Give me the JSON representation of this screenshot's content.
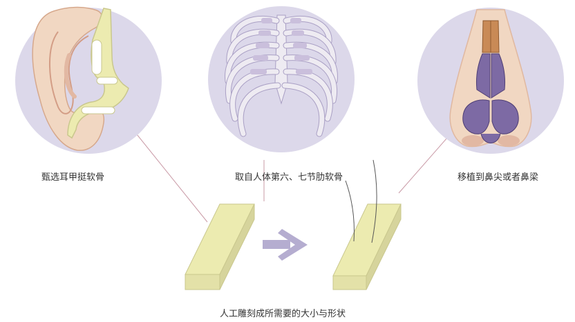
{
  "labels": {
    "ear": "甄选耳甲挺软骨",
    "rib": "取自人体第六、七节肋软骨",
    "nose": "移植到鼻尖或者鼻梁",
    "carving": "人工雕刻成所需要的大小与形状"
  },
  "colors": {
    "circle_bg": "#dcd8ea",
    "cartilage": "#ecebb0",
    "cartilage_side": "#c9c78d",
    "arrow": "#b5add0",
    "rib_bone": "#eeebf2",
    "rib_joint": "#cabfdc",
    "nose_cartilage": "#7d6aa4",
    "septum": "#c98a56",
    "skin": "#f1d7c2",
    "connector_line": "#c99aa6"
  },
  "icons": {
    "ear": "ear-cartilage-illustration",
    "rib": "ribcage-illustration",
    "nose": "nose-cartilage-illustration",
    "arrow": "right-arrow-icon"
  }
}
